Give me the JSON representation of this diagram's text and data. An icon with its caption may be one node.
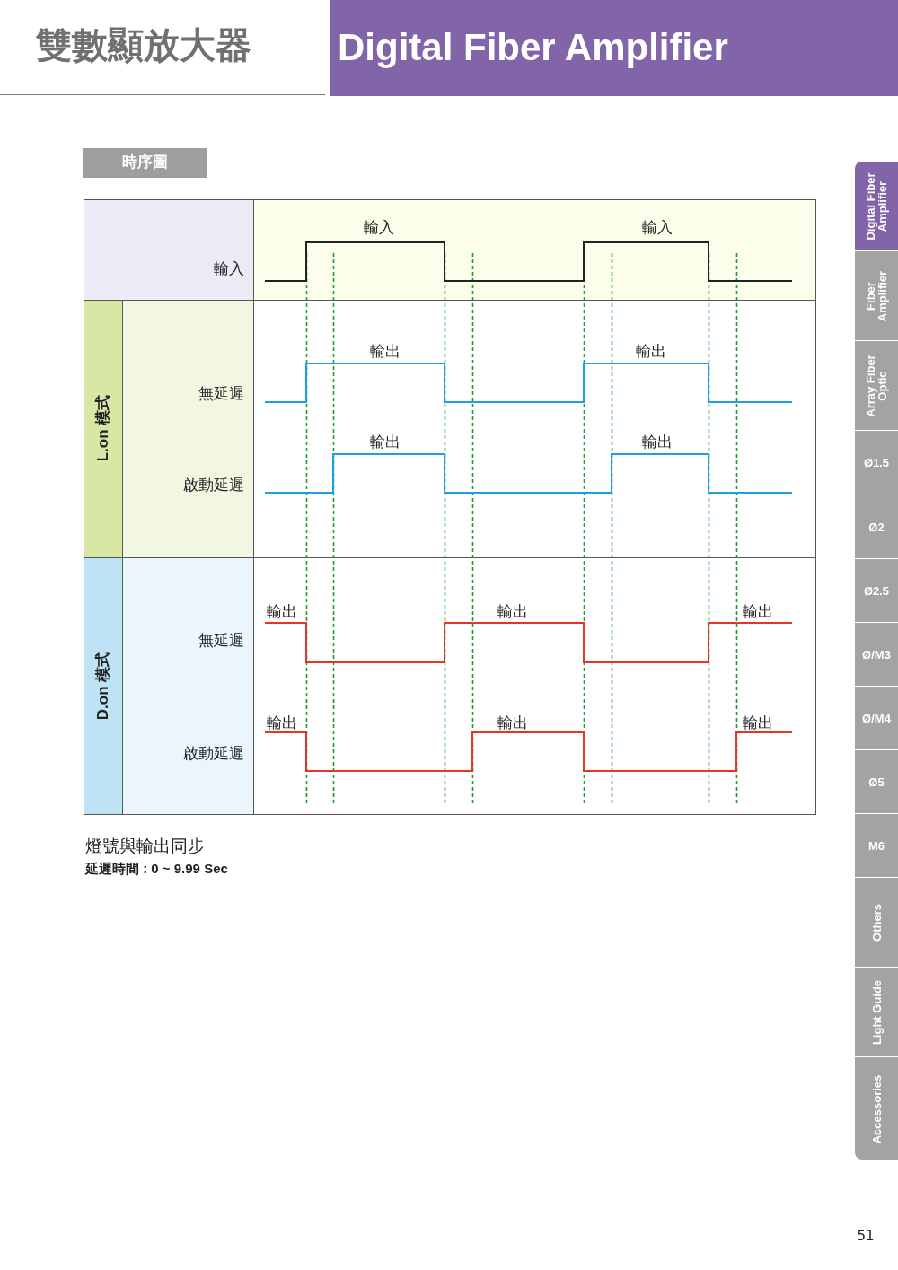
{
  "diagram": {
    "title": "雙數顯放大器",
    "nodes": [
      {
        "text": [
          "Digital Fiber Amplifier"
        ]
      },
      {
        "text": [
          "時序圖"
        ]
      },
      {
        "text": [
          "輸入"
        ]
      },
      {
        "text": [
          "L.on 模式"
        ]
      },
      {
        "text": [
          "無延遲",
          "啟動延遲"
        ]
      },
      {
        "text": [
          "D.on 模式"
        ]
      },
      {
        "text": [
          "無延遲",
          "啟動延遲"
        ]
      },
      {
        "text": [
          "輸入",
          "輸入"
        ]
      },
      {
        "text": [
          "Digital Fiber Amplifier"
        ]
      },
      {
        "text": [
          "Fiber Amplifier"
        ]
      },
      {
        "text": [
          "Array Fiber Optic"
        ]
      },
      {
        "text": [
          "Ø1.5"
        ]
      },
      {
        "text": [
          "Ø2"
        ]
      },
      {
        "text": [
          "Ø2.5"
        ]
      },
      {
        "text": [
          "Ø/M3"
        ]
      },
      {
        "text": [
          "Ø/M4"
        ]
      },
      {
        "text": [
          "Ø5"
        ]
      },
      {
        "text": [
          "M6"
        ]
      },
      {
        "text": [
          "Others"
        ]
      },
      {
        "text": [
          "Light Guide"
        ]
      },
      {
        "text": [
          "Accessories"
        ]
      }
    ],
    "labels": [
      "輸出",
      "輸出",
      "輸出",
      "輸出",
      "輸出",
      "輸出",
      "輸出",
      "輸出",
      "輸出",
      "輸出",
      "燈號與輸出同步",
      "延遲時間 : 0 ~ 9.99 Sec",
      "51"
    ]
  }
}
